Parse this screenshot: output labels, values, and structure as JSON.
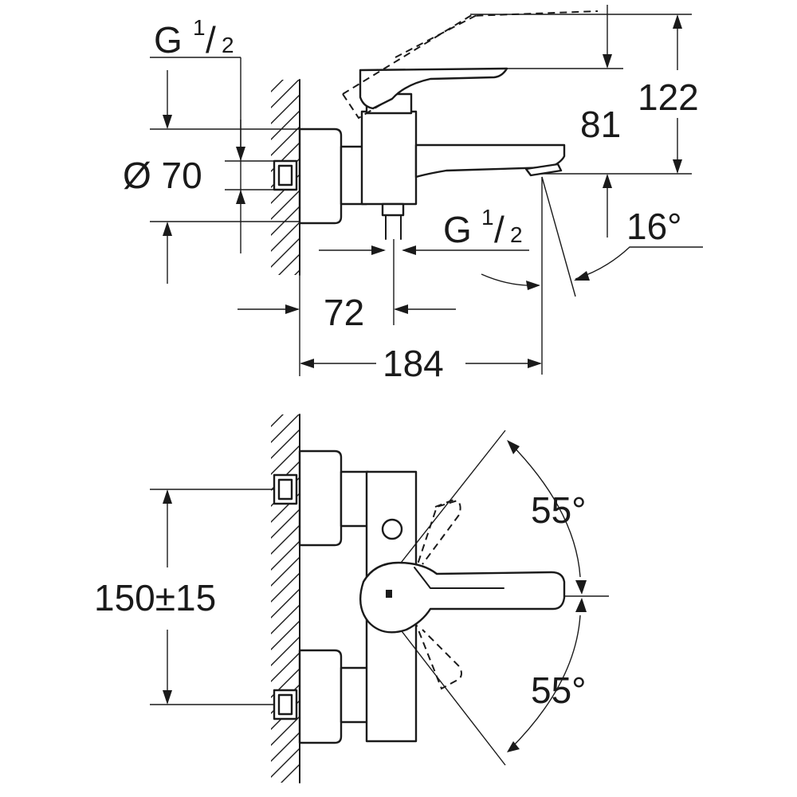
{
  "colors": {
    "ink": "#1a1a1a",
    "paper": "#ffffff"
  },
  "side_view": {
    "inlet_thread": {
      "prefix": "G",
      "numerator": "1",
      "slash": "/",
      "denominator": "2"
    },
    "outlet_thread": {
      "prefix": "G",
      "numerator": "1",
      "slash": "/",
      "denominator": "2"
    },
    "rosette_diameter": "Ø 70",
    "spout_height": "81",
    "total_height": "122",
    "spout_angle": "16°",
    "valve_offset": "72",
    "projection": "184"
  },
  "front_view": {
    "inlet_spacing": "150±15",
    "lever_angle_up": "55°",
    "lever_angle_down": "55°"
  }
}
